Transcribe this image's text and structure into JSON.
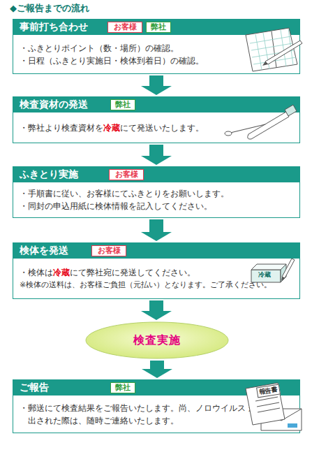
{
  "diagram": {
    "title": "◆ご報告までの流れ",
    "nodes": [
      {
        "text": [
          "事前打ち合わせ",
          "・ふきとりポイント（数・場所）の確認。",
          "・日程（ふきとり実施日・検体到着日）の確認。"
        ]
      },
      {
        "text": [
          "お客様"
        ],
        "in": 0
      },
      {
        "text": [
          "弊社"
        ],
        "in": 0
      },
      {
        "text": [
          "検査資材の発送",
          "・弊社より検査資材を冷蔵にて発送いたします。"
        ]
      },
      {
        "text": [
          "弊社"
        ],
        "in": 3
      },
      {
        "text": [
          "ふきとり実施",
          "・手順書に従い、お客様にてふきとりをお願いします。",
          "・同封の申込用紙に検体情報を記入してください。"
        ]
      },
      {
        "text": [
          "お客様"
        ],
        "in": 5
      },
      {
        "text": [
          "検体を発送",
          "・検体は冷蔵にて弊社宛に発送してください。",
          "※検体の送料は、お客様ご負担（元払い）となります。ご了承ください。"
        ]
      },
      {
        "text": [
          "お客様"
        ],
        "in": 7
      },
      {
        "text": [
          "検査実施"
        ]
      },
      {
        "text": [
          "ご報告",
          "・郵送にて検査結果をご報告いたします。尚、ノロウイルス が検出された際は、随時ご連絡いたします。"
        ]
      },
      {
        "text": [
          "弊社"
        ],
        "in": 10
      }
    ],
    "edges": [
      {
        "from": 0,
        "to": 3,
        "arrow": "to"
      },
      {
        "from": 3,
        "to": 5,
        "arrow": "to"
      },
      {
        "from": 5,
        "to": 7,
        "arrow": "to"
      },
      {
        "from": 7,
        "to": 9,
        "arrow": "to"
      },
      {
        "from": 9,
        "to": 10,
        "arrow": "to"
      }
    ],
    "labels": [
      "冷蔵",
      "報告書"
    ]
  }
}
